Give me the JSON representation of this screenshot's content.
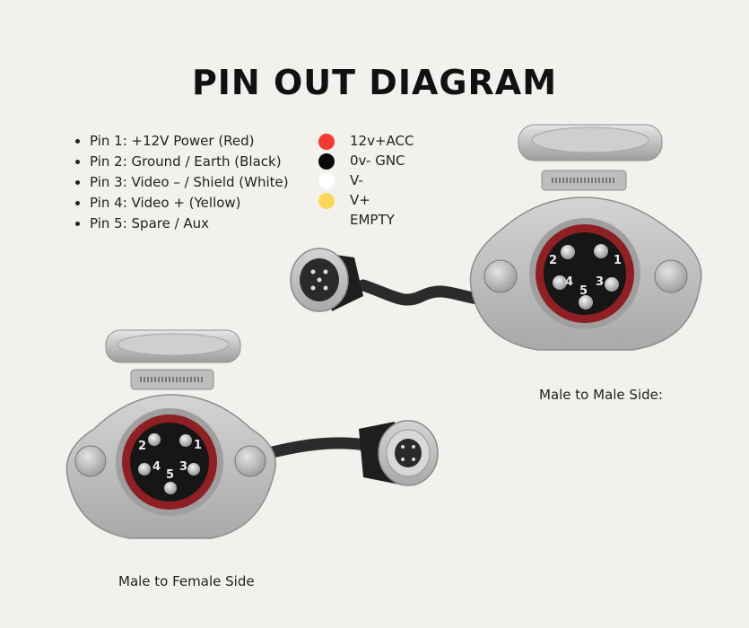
{
  "title": "PIN OUT DIAGRAM",
  "pins": [
    "Pin 1: +12V Power (Red)",
    "Pin 2: Ground / Earth (Black)",
    "Pin 3: Video – / Shield (White)",
    "Pin 4: Video + (Yellow)",
    "Pin 5: Spare / Aux"
  ],
  "legend": [
    {
      "label": "12v+ACC",
      "color": "#f23b32"
    },
    {
      "label": "0v- GNC",
      "color": "#0a0a0a"
    },
    {
      "label": "V-",
      "color": "#ffffff"
    },
    {
      "label": "V+",
      "color": "#fbd65a"
    },
    {
      "label": "EMPTY",
      "color": ""
    }
  ],
  "captions": {
    "male_to_male": "Male to Male Side:",
    "male_to_female": "Male to Female Side"
  },
  "pin_numbers": [
    "1",
    "2",
    "3",
    "4",
    "5"
  ]
}
